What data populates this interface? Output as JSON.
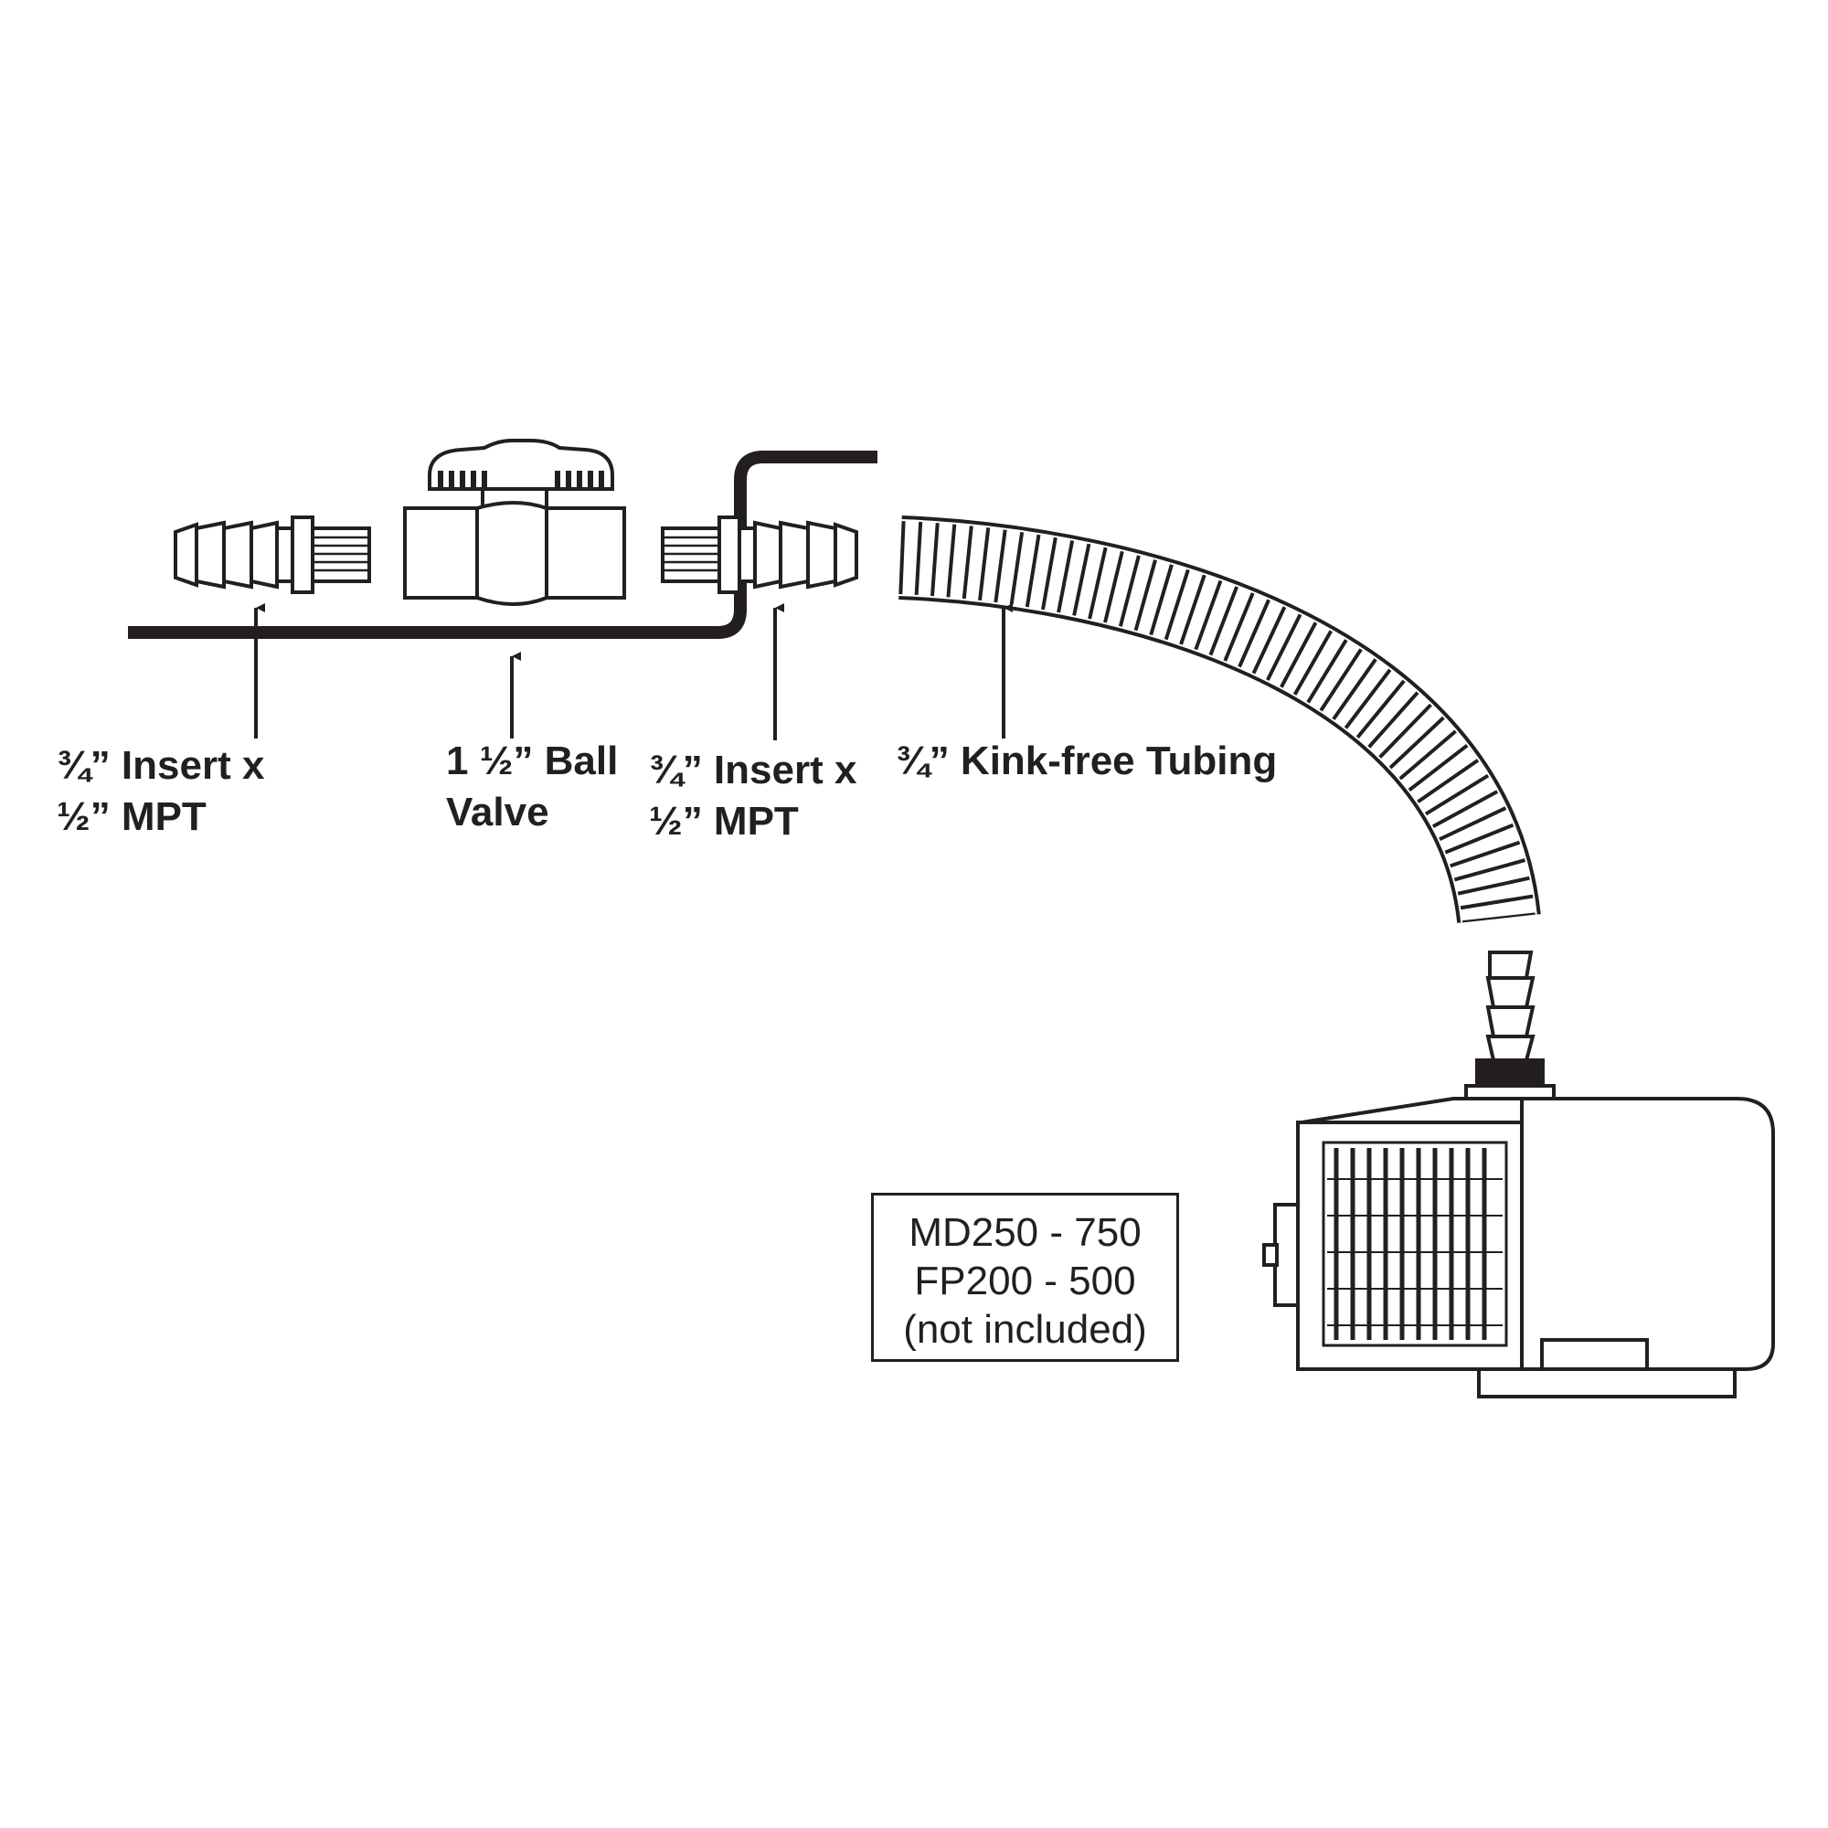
{
  "labels": {
    "left_insert": {
      "line1": "¾” Insert x",
      "line2": "½” MPT"
    },
    "ball_valve": {
      "line1": "1 ½” Ball",
      "line2": "Valve"
    },
    "right_insert": {
      "line1": "¾” Insert x",
      "line2": "½” MPT"
    },
    "tubing": {
      "line1": "¾” Kink-free Tubing"
    }
  },
  "note": {
    "line1": "MD250 - 750",
    "line2": "FP200 - 500",
    "line3": "(not included)"
  },
  "colors": {
    "ink": "#231f20",
    "background": "#ffffff"
  }
}
